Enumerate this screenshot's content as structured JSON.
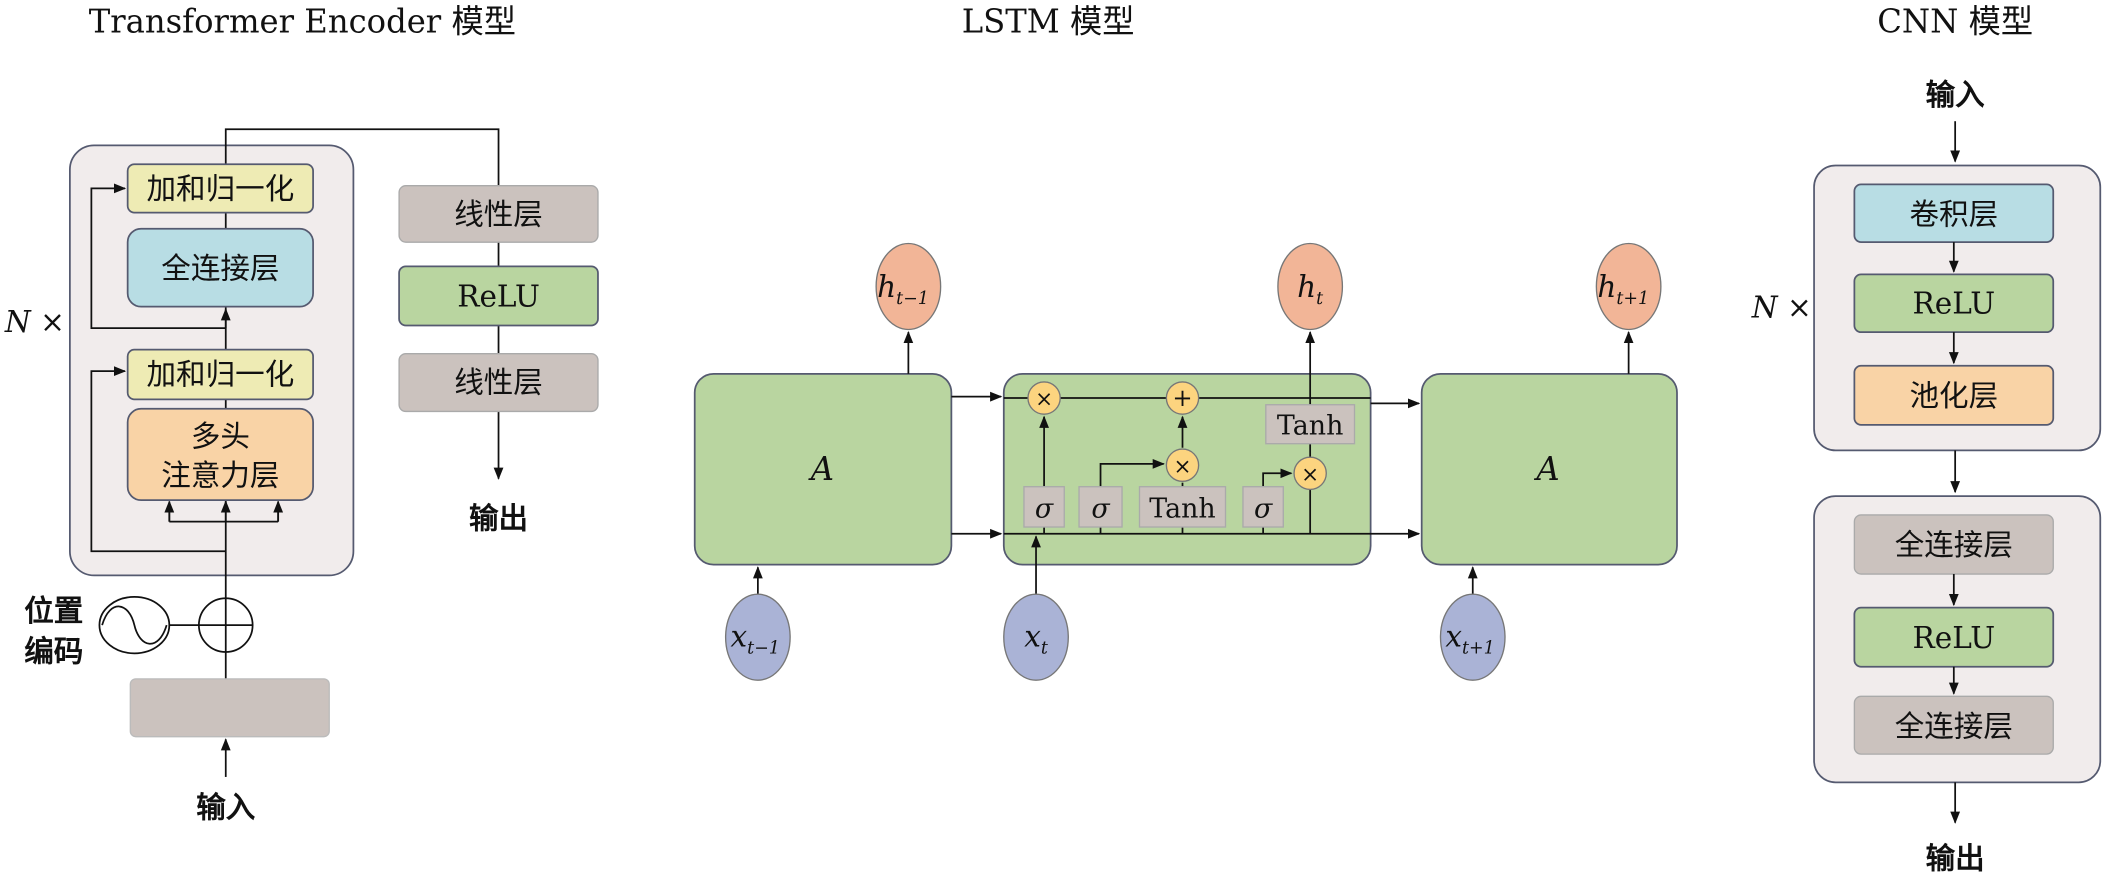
{
  "transformer": {
    "title": "Transformer Encoder 模型",
    "add_norm_top": "加和归一化",
    "feed_forward": "全连接层",
    "add_norm_bottom": "加和归一化",
    "attention_line1": "多头",
    "attention_line2": "注意力层",
    "repeat": "N ×",
    "pos_enc_line1": "位置",
    "pos_enc_line2": "编码",
    "linear_top": "线性层",
    "relu": "ReLU",
    "linear_bottom": "线性层",
    "output": "输出",
    "input": "输入"
  },
  "lstm": {
    "title": "LSTM 模型",
    "cell_label": "A",
    "h_prev": {
      "base": "h",
      "sub": "t−1"
    },
    "h_cur": {
      "base": "h",
      "sub": "t"
    },
    "h_next": {
      "base": "h",
      "sub": "t+1"
    },
    "x_prev": {
      "base": "x",
      "sub": "t−1"
    },
    "x_cur": {
      "base": "x",
      "sub": "t"
    },
    "x_next": {
      "base": "x",
      "sub": "t+1"
    },
    "sigma": "σ",
    "tanh": "Tanh",
    "mul": "×",
    "add": "+"
  },
  "cnn": {
    "title": "CNN 模型",
    "input": "输入",
    "conv": "卷积层",
    "relu1": "ReLU",
    "pool": "池化层",
    "repeat": "N ×",
    "fc1": "全连接层",
    "relu2": "ReLU",
    "fc2": "全连接层",
    "output": "输出"
  },
  "colors": {
    "container": "#f1ecec",
    "add_norm": "#eeebb4",
    "blue": "#b8dde4",
    "orange": "#f9d3a6",
    "gray": "#cbc2be",
    "green": "#b9d5a0",
    "h_node": "#f2b597",
    "x_node": "#aab3d6",
    "op_node": "#fcd47f"
  }
}
